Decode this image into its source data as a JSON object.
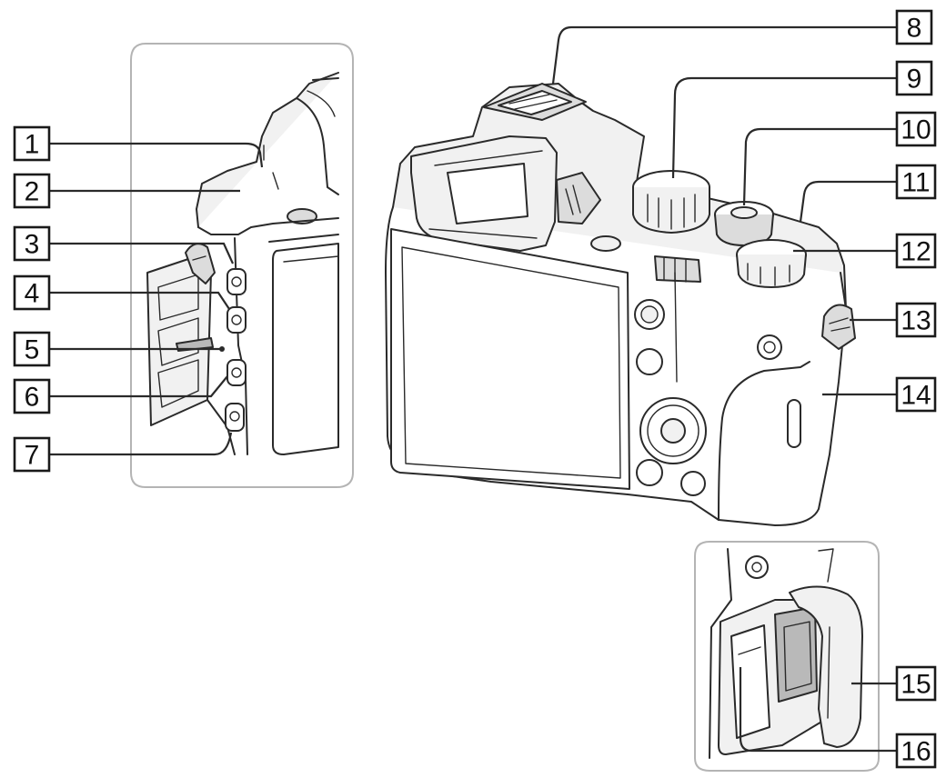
{
  "callouts": [
    {
      "num": "1"
    },
    {
      "num": "2"
    },
    {
      "num": "3"
    },
    {
      "num": "4"
    },
    {
      "num": "5"
    },
    {
      "num": "6"
    },
    {
      "num": "7"
    },
    {
      "num": "8"
    },
    {
      "num": "9"
    },
    {
      "num": "10"
    },
    {
      "num": "11"
    },
    {
      "num": "12"
    },
    {
      "num": "13"
    },
    {
      "num": "14"
    },
    {
      "num": "15"
    },
    {
      "num": "16"
    }
  ],
  "colors": {
    "line": "#2a2a2a",
    "frame": "#b4b4b4",
    "box_border": "#1a1a1a"
  }
}
